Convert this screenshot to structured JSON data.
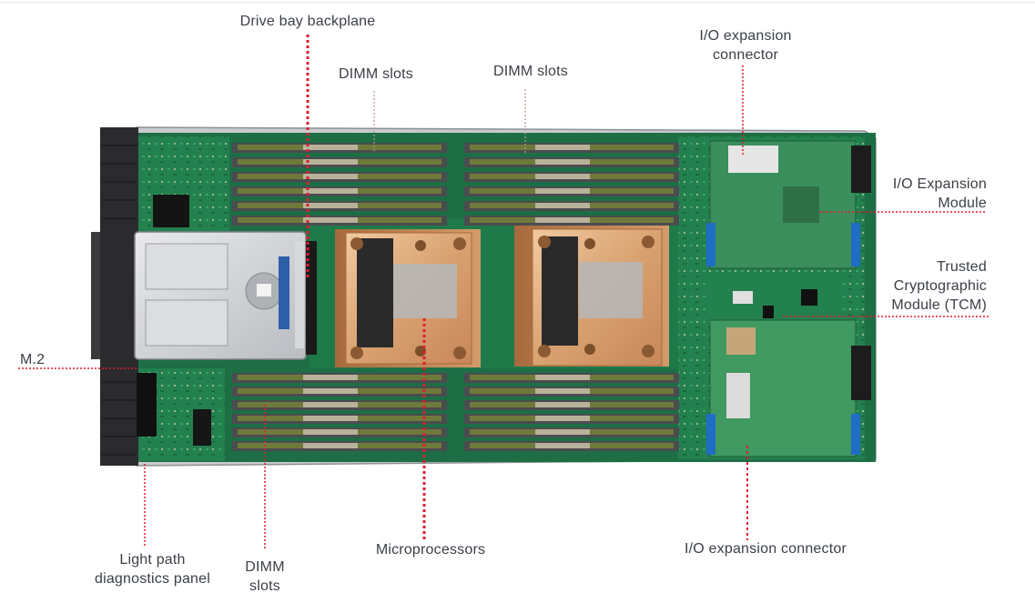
{
  "labels": {
    "drive_bay_backplane": "Drive bay backplane",
    "dimm_slots_top_left": "DIMM slots",
    "dimm_slots_top_right": "DIMM slots",
    "io_expansion_connector_top": [
      "I/O expansion",
      "connector"
    ],
    "io_expansion_module": [
      "I/O Expansion",
      "Module"
    ],
    "trusted_cryptographic_module": [
      "Trusted",
      "Cryptographic",
      "Module (TCM)"
    ],
    "m2": "M.2",
    "light_path_diagnostics_panel": [
      "Light path",
      "diagnostics panel"
    ],
    "dimm_slots_bottom": [
      "DIMM",
      "slots"
    ],
    "microprocessors": "Microprocessors",
    "io_expansion_connector_bottom": "I/O expansion connector"
  },
  "colors": {
    "callout": "#e31b2f",
    "label_text": "#3a3f47",
    "pcb_green": "#1f7a4a",
    "heatsink_copper": "#d9a271",
    "chassis_dark": "#2b2b2d"
  }
}
